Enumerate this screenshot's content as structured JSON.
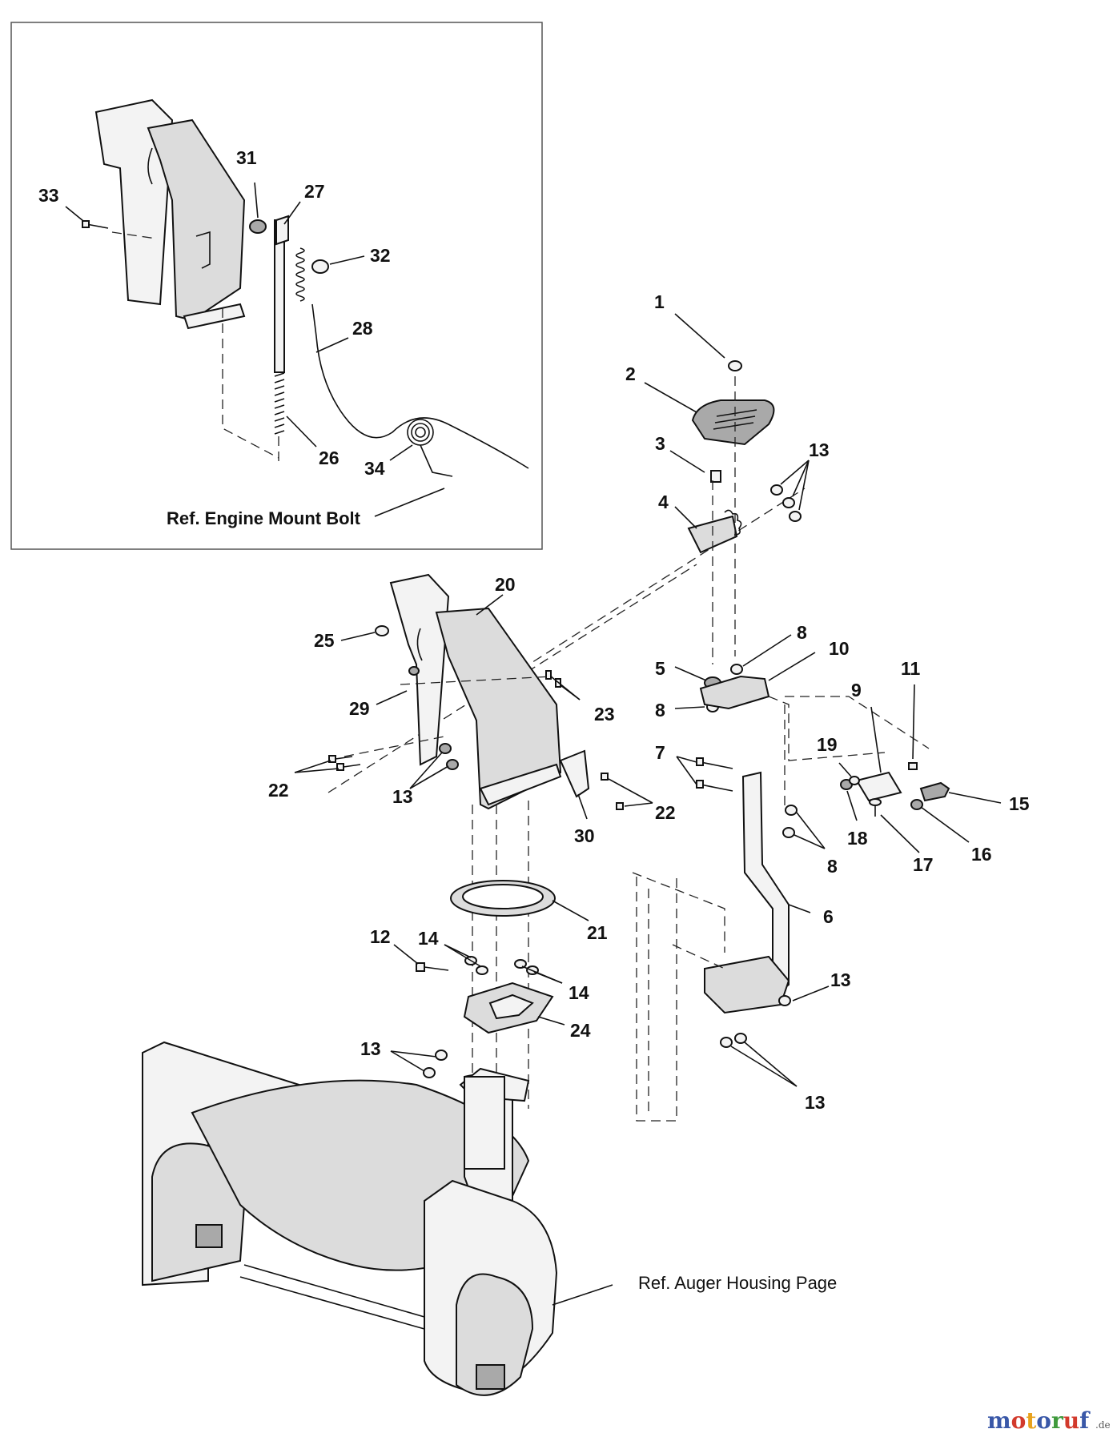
{
  "callouts": {
    "n1": "1",
    "n2": "2",
    "n3": "3",
    "n4": "4",
    "n5": "5",
    "n6": "6",
    "n7": "7",
    "n8": "8",
    "n9": "9",
    "n10": "10",
    "n11": "11",
    "n12": "12",
    "n13": "13",
    "n14": "14",
    "n15": "15",
    "n16": "16",
    "n17": "17",
    "n18": "18",
    "n19": "19",
    "n20": "20",
    "n21": "21",
    "n22": "22",
    "n23": "23",
    "n24": "24",
    "n25": "25",
    "n26": "26",
    "n27": "27",
    "n28": "28",
    "n29": "29",
    "n30": "30",
    "n31": "31",
    "n32": "32",
    "n33": "33",
    "n34": "34"
  },
  "references": {
    "engine_mount_bolt": "Ref. Engine Mount Bolt",
    "auger_housing_page": "Ref. Auger Housing Page"
  },
  "watermark": {
    "brand": "motoruf",
    "suffix": ".de",
    "colors": [
      "#3a58a8",
      "#d23a2c",
      "#e8a21c",
      "#3a58a8",
      "#3f9a3c",
      "#d23a2c",
      "#3a58a8"
    ]
  }
}
